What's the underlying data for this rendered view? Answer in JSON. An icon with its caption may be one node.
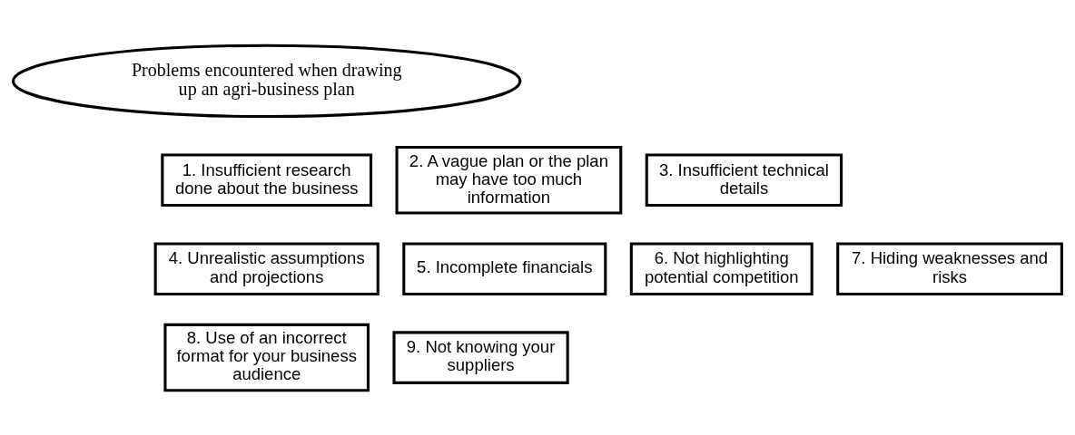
{
  "diagram": {
    "nodes": [
      {
        "text": [
          "Problems encountered when drawing up an agri-business plan"
        ]
      },
      {
        "text": [
          "1. Insufficient research done about the business"
        ]
      },
      {
        "text": [
          "2. A vague plan or the plan may have too much information"
        ]
      },
      {
        "text": [
          "3. Insufficient technical details"
        ]
      },
      {
        "text": [
          "4. Unrealistic assumptions and projections"
        ]
      },
      {
        "text": [
          "5. Incomplete financials"
        ]
      },
      {
        "text": [
          "6. Not highlighting potential competition"
        ]
      },
      {
        "text": [
          "7. Hiding weaknesses and risks"
        ]
      },
      {
        "text": [
          "8. Use of an incorrect format for your business audience"
        ]
      },
      {
        "text": [
          "9. Not knowing your suppliers"
        ]
      }
    ]
  }
}
